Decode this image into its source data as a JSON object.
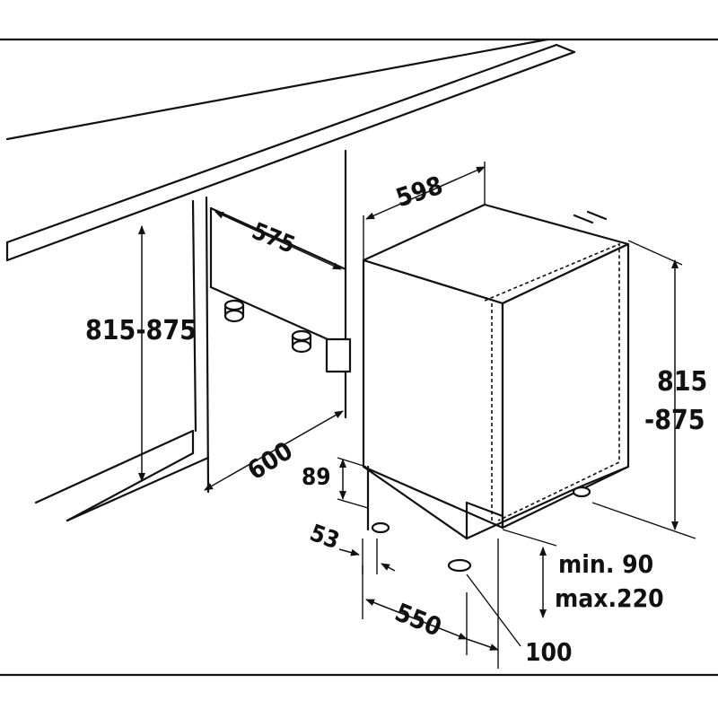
{
  "dimensions": {
    "opening_width": "575",
    "niche_height": "815-875",
    "niche_depth": "600",
    "appliance_width": "598",
    "appliance_height_line1": "815",
    "appliance_height_line2": "-875",
    "plinth_height": "89",
    "foot_offset": "53",
    "plinth_line1": "min. 90",
    "plinth_line2": "max.220",
    "depth": "550",
    "rear_clearance": "100"
  }
}
